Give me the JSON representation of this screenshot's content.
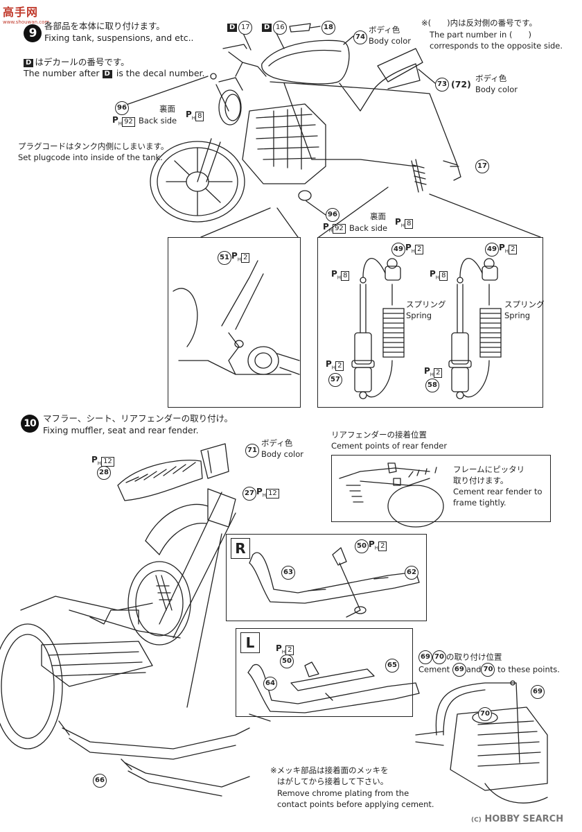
{
  "watermark": {
    "cn": "高手网",
    "url": "www.shouwan.com"
  },
  "step9": {
    "number": "9",
    "title_jp": "各部品を本体に取り付けます。",
    "title_en": "Fixing tank, suspensions, and etc..",
    "decal_note_jp": "はデカールの番号です。",
    "decal_note_en_a": "The number after",
    "decal_note_en_b": "is the decal number.",
    "decal_letter": "D",
    "opposite_note_jp": "※(　　)内は反対側の番号です。",
    "opposite_note_en_1": "The part number in (　　)",
    "opposite_note_en_2": "corresponds to the opposite side.",
    "plug_note_jp": "プラグコードはタンク内側にしまいます。",
    "plug_note_en": "Set plugcode into inside of the tank.",
    "decal_17": "17",
    "decal_16": "16",
    "part_18": "18",
    "part_74": "74",
    "body_color_jp": "ボディ色",
    "body_color_en": "Body color",
    "part_73": "73",
    "part_72": "(72)",
    "part_17": "17",
    "part_96": "96",
    "back_side_jp": "裏面",
    "back_side_en": "Back side",
    "ph_92": "92",
    "ph_8": "8",
    "part_51": "51",
    "ph_2": "2",
    "part_49": "49",
    "part_57": "57",
    "part_58": "58",
    "spring_jp": "スプリング",
    "spring_en": "Spring"
  },
  "step10": {
    "number": "10",
    "title_jp": "マフラー、シート、リアフェンダーの取り付け。",
    "title_en": "Fixing muffler, seat and rear fender.",
    "part_71": "71",
    "body_color_jp": "ボディ色",
    "body_color_en": "Body color",
    "ph_12": "12",
    "part_28": "28",
    "part_27": "27",
    "fender_title_jp": "リアフェンダーの接着位置",
    "fender_title_en": "Cement points of rear fender",
    "fender_note_jp_1": "フレームにピッタリ",
    "fender_note_jp_2": "取り付けます。",
    "fender_note_en_1": "Cement rear fender to",
    "fender_note_en_2": "frame tightly.",
    "side_r": "R",
    "side_l": "L",
    "part_50": "50",
    "part_63": "63",
    "part_62": "62",
    "part_64": "64",
    "part_65": "65",
    "part_66": "66",
    "part_69": "69",
    "part_70": "70",
    "cement_title_jp": "の取り付け位置",
    "cement_en_a": "Cement",
    "cement_en_b": "and",
    "cement_en_c": "to these points.",
    "chrome_note_jp_1": "※メッキ部品は接着面のメッキを",
    "chrome_note_jp_2": "はがしてから接着して下さい。",
    "chrome_note_en_1": "Remove chrome plating from the",
    "chrome_note_en_2": "contact points before applying cement."
  },
  "credit": {
    "copyright": "(C)",
    "brand": "HOBBY SEARCH"
  }
}
